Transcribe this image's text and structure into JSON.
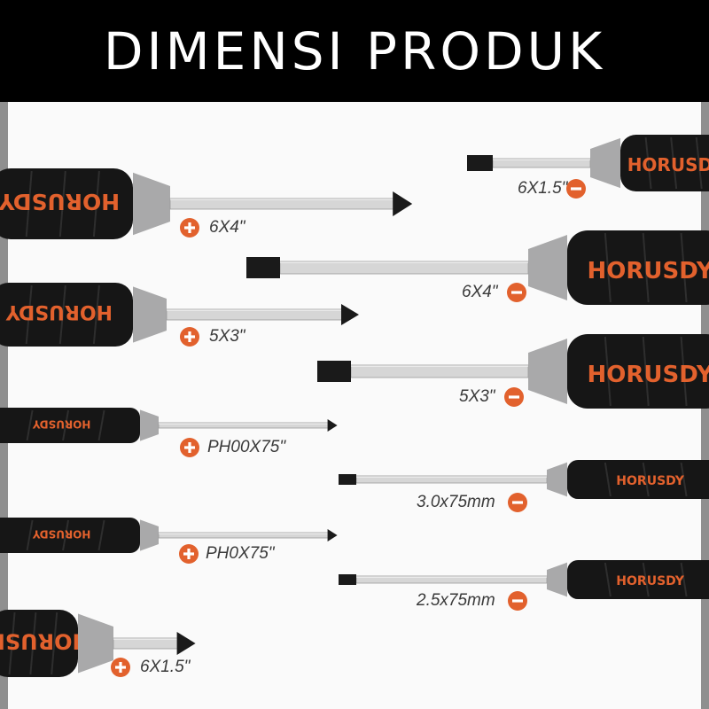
{
  "header": {
    "title": "DIMENSI PRODUK"
  },
  "brand": "HORUSDY",
  "colors": {
    "accent": "#e2612d",
    "handle": "#161616",
    "bolster": "#a9a9aa",
    "shaft": "#d6d6d6"
  },
  "phillips_tools": [
    {
      "label": "6X4\"",
      "icon": "plus-circle-icon"
    },
    {
      "label": "5X3\"",
      "icon": "plus-circle-icon"
    },
    {
      "label": "PH00X75\"",
      "icon": "plus-circle-icon"
    },
    {
      "label": "PH0X75\"",
      "icon": "plus-circle-icon"
    },
    {
      "label": "6X1.5\"",
      "icon": "plus-circle-icon"
    }
  ],
  "slotted_tools": [
    {
      "label": "6X1.5\"",
      "icon": "minus-circle-icon"
    },
    {
      "label": "6X4\"",
      "icon": "minus-circle-icon"
    },
    {
      "label": "5X3\"",
      "icon": "minus-circle-icon"
    },
    {
      "label": "3.0x75mm",
      "icon": "minus-circle-icon"
    },
    {
      "label": "2.5x75mm",
      "icon": "minus-circle-icon"
    }
  ]
}
